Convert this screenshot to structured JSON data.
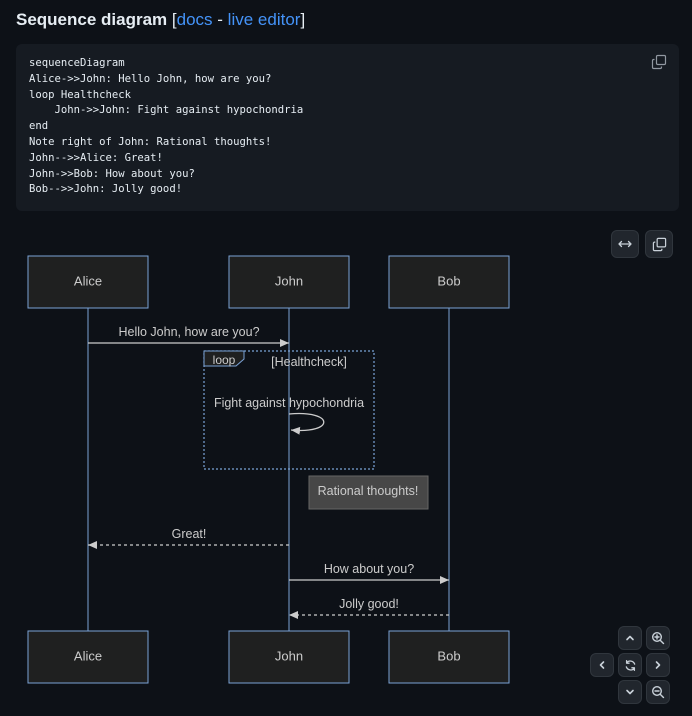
{
  "heading": {
    "title": "Sequence diagram",
    "open_bracket": "[",
    "docs_link": "docs",
    "separator": " - ",
    "live_editor_link": "live editor",
    "close_bracket": "]"
  },
  "code": {
    "lines": [
      "sequenceDiagram",
      "Alice->>John: Hello John, how are you?",
      "loop Healthcheck",
      "    John->>John: Fight against hypochondria",
      "end",
      "Note right of John: Rational thoughts!",
      "John-->>Alice: Great!",
      "John->>Bob: How about you?",
      "Bob-->>John: Jolly good!"
    ]
  },
  "diagram": {
    "participants": [
      "Alice",
      "John",
      "Bob"
    ],
    "messages": [
      {
        "from": "Alice",
        "to": "John",
        "text": "Hello John, how are you?",
        "style": "solid"
      },
      {
        "from": "John",
        "to": "John",
        "text": "Fight against hypochondria",
        "style": "solid"
      },
      {
        "from": "John",
        "to": "Alice",
        "text": "Great!",
        "style": "dotted"
      },
      {
        "from": "John",
        "to": "Bob",
        "text": "How about you?",
        "style": "solid"
      },
      {
        "from": "Bob",
        "to": "John",
        "text": "Jolly good!",
        "style": "dotted"
      }
    ],
    "loop_label": "loop",
    "loop_condition": "[Healthcheck]",
    "note_text": "Rational thoughts!"
  },
  "controls": {
    "expand_icon": "arrows-horizontal-icon",
    "copy_icon": "copy-icon",
    "pan_icons": [
      "chevron-up-icon",
      "chevron-left-icon",
      "reset-icon",
      "chevron-right-icon",
      "chevron-down-icon"
    ],
    "zoom_icons": [
      "zoom-in-icon",
      "zoom-out-icon"
    ]
  },
  "colors": {
    "background": "#0d1117",
    "link": "#4493f8",
    "lifeline": "#7aa2d6",
    "actor_fill": "#1f2020",
    "note_fill": "#474747"
  }
}
